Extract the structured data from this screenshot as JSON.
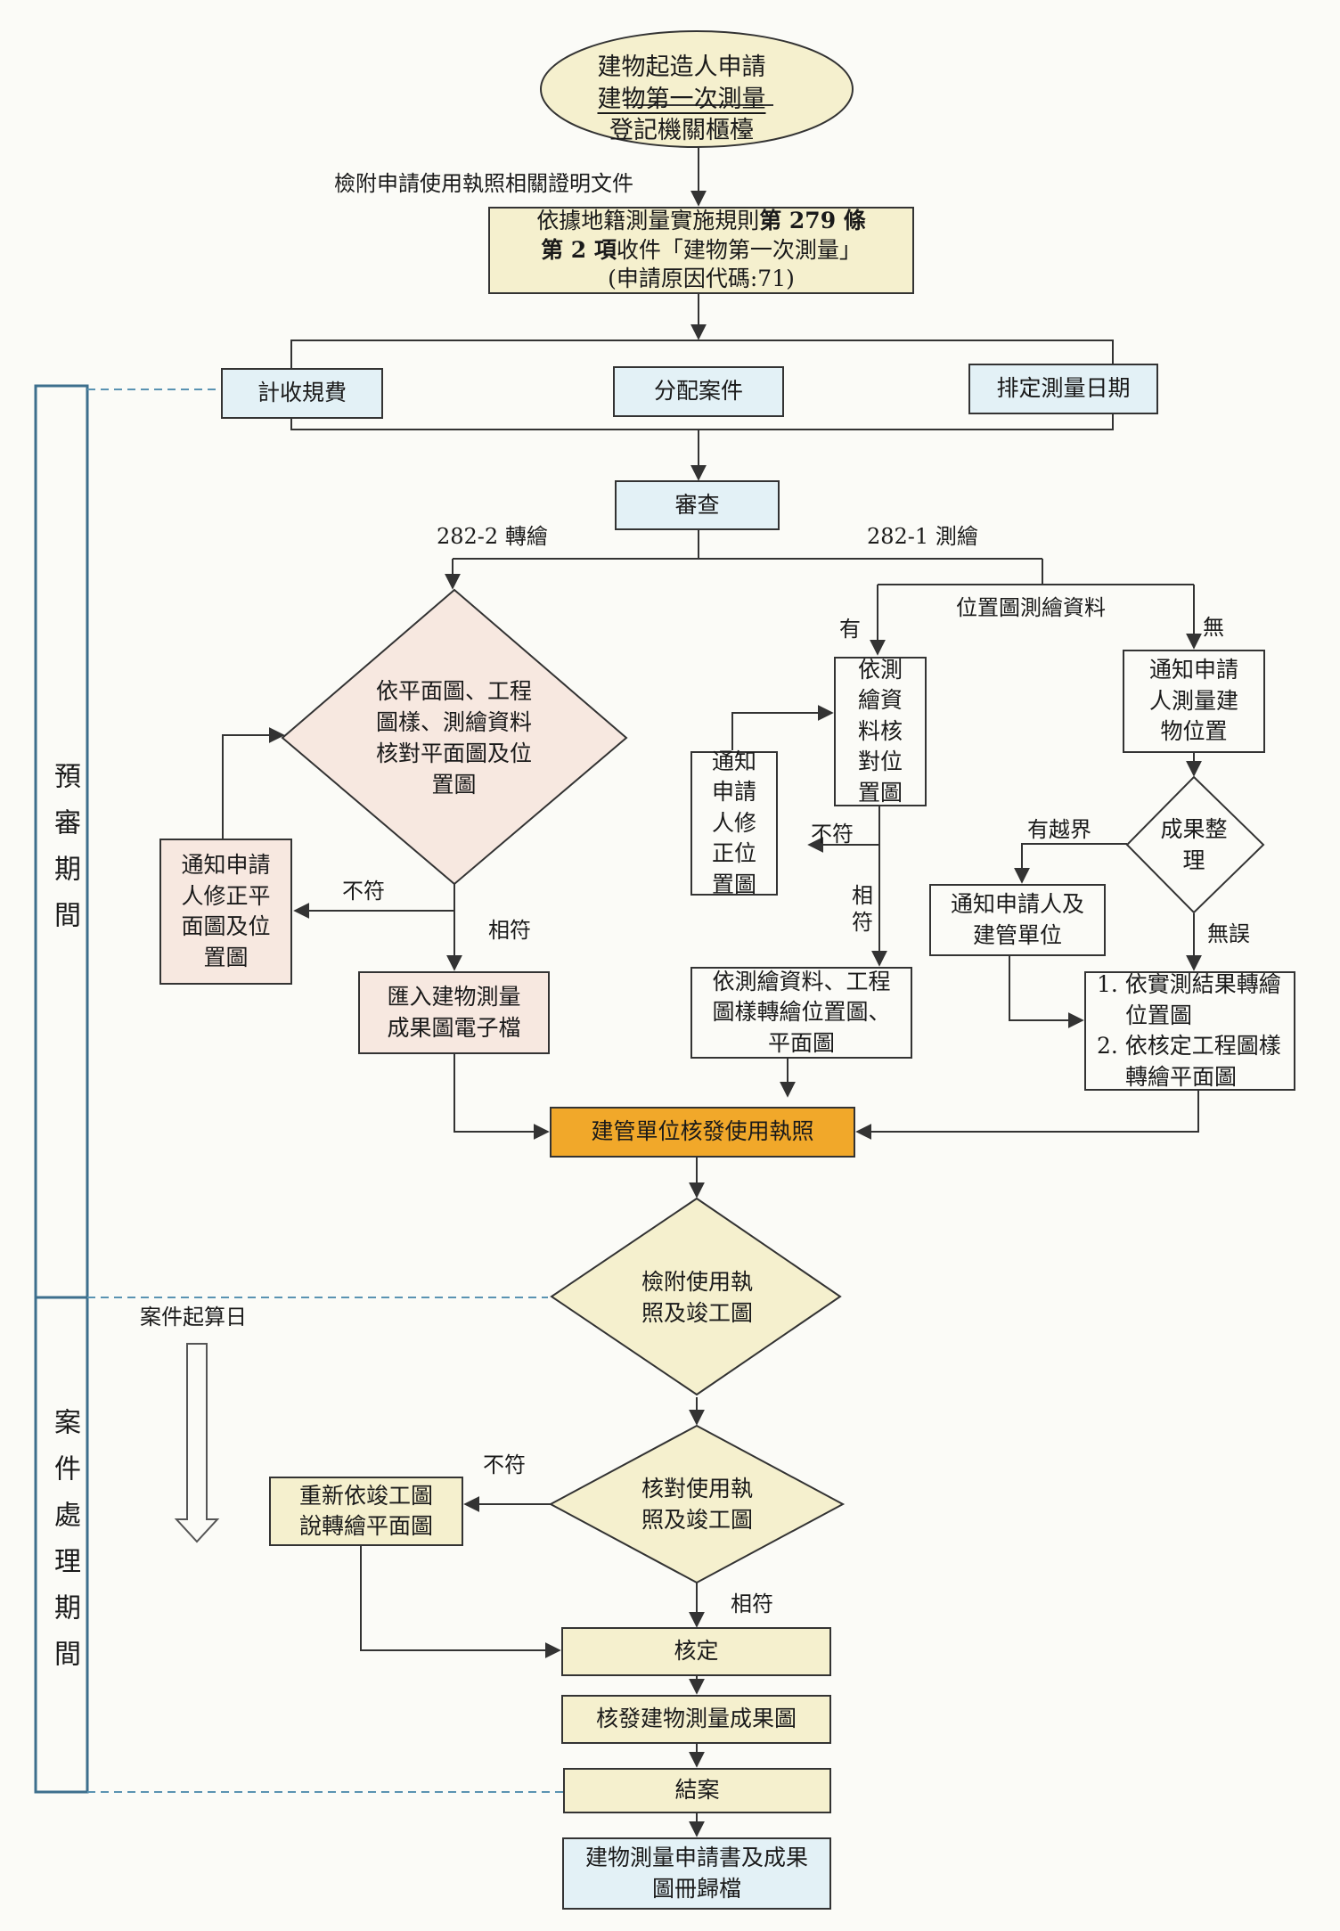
{
  "start": {
    "line1": "建物起造人申請",
    "line2": "建物第一次測量",
    "line3": "登記機關櫃檯"
  },
  "attach_docs_label": "檢附申請使用執照相關證明文件",
  "receive": {
    "line1_pre": "依據地籍測量實施規則",
    "line1_bold": "第 279 條",
    "line2_bold": "第 2 項",
    "line2_post": "收件「建物第一次測量」",
    "line3": "(申請原因代碼:71)"
  },
  "fee": "計收規費",
  "assign": "分配案件",
  "schedule": "排定測量日期",
  "review": "審查",
  "branch_282_2": "282-2 轉繪",
  "branch_282_1": "282-1 測繪",
  "location_data": "位置圖測繪資料",
  "has": "有",
  "none": "無",
  "diamond_compare": "依平面圖、工程圖樣、測繪資料核對平面圖及位置圖",
  "notify_fix_plan": "通知申請人修正平面圖及位置圖",
  "mismatch": "不符",
  "match": "相符",
  "import_file": "匯入建物測量成果圖電子檔",
  "check_location": "依測繪資料核對位置圖",
  "notify_fix_location": "通知申請人修正位置圖",
  "draw_from_data": "依測繪資料、工程圖樣轉繪位置圖、平面圖",
  "notify_survey": "通知申請人測量建物位置",
  "result_arrange": "成果整理",
  "cross_boundary": "有越界",
  "notify_authority": "通知申請人及建管單位",
  "no_error": "無誤",
  "result_list": {
    "item1": "1. 依實測結果轉繪位置圖",
    "item2": "2. 依核定工程圖樣轉繪平面圖"
  },
  "issue_permit": "建管單位核發使用執照",
  "attach_permit": "檢附使用執照及竣工圖",
  "case_start": "案件起算日",
  "verify_permit": "核對使用執照及竣工圖",
  "redraw": "重新依竣工圖說轉繪平面圖",
  "approve": "核定",
  "issue_result": "核發建物測量成果圖",
  "close_case": "結案",
  "archive": "建物測量申請書及成果圖冊歸檔",
  "period_pre": "預審期間",
  "period_case": "案件處理期間"
}
